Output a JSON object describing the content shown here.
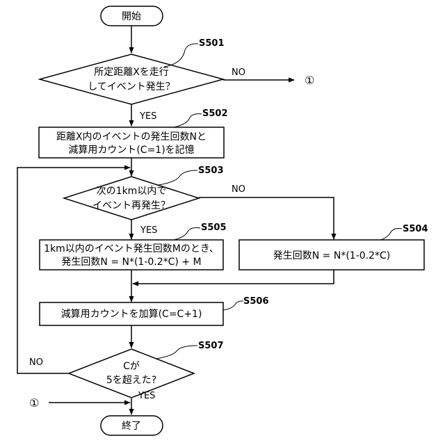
{
  "start": {
    "label": "開始"
  },
  "end": {
    "label": "終了"
  },
  "steps": {
    "s501": {
      "id": "S501",
      "lines": [
        "所定距離Xを走行",
        "してイベント発生？"
      ]
    },
    "s502": {
      "id": "S502",
      "lines": [
        "距離X内のイベントの発生回数Nと",
        "減算用カウント(C=1)を記憶"
      ]
    },
    "s503": {
      "id": "S503",
      "lines": [
        "次の1km以内で",
        "イベント再発生？"
      ]
    },
    "s504": {
      "id": "S504",
      "lines": [
        "発生回数N = N*(1-0.2*C)"
      ]
    },
    "s505": {
      "id": "S505",
      "lines": [
        "1km以内のイベント発生回数Mのとき、",
        "発生回数N = N*(1-0.2*C) + M"
      ]
    },
    "s506": {
      "id": "S506",
      "lines": [
        "減算用カウントを加算(C=C+1)"
      ]
    },
    "s507": {
      "id": "S507",
      "lines": [
        "Cが",
        "5を超えた?"
      ]
    }
  },
  "branches": {
    "s501_no": "NO",
    "s501_yes": "YES",
    "s503_no": "NO",
    "s503_yes": "YES",
    "s507_no": "NO",
    "s507_yes": "YES"
  },
  "connectors": {
    "out": "①",
    "in": "①"
  }
}
